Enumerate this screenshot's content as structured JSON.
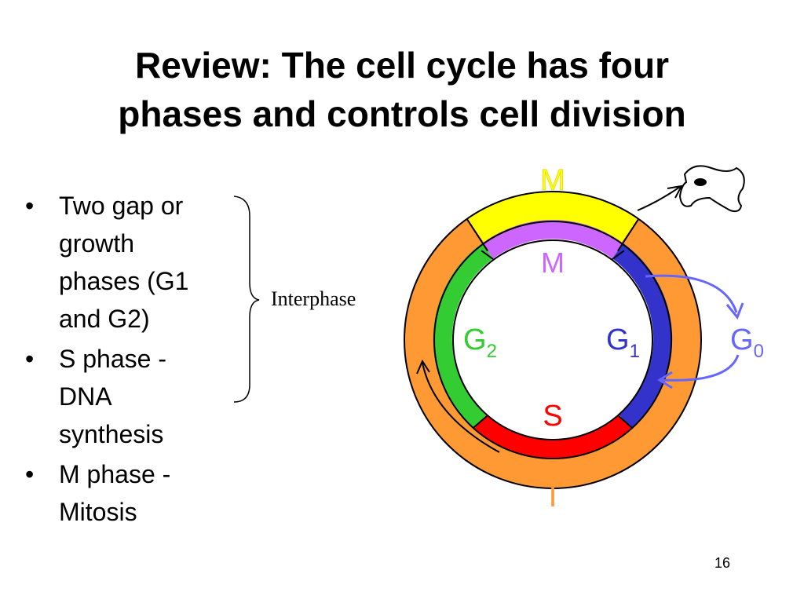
{
  "slide": {
    "title_line1": "Review: The cell cycle has four",
    "title_line2": "phases and controls cell division",
    "bullets": [
      {
        "line1": "Two gap or",
        "line2": "growth",
        "line3": "phases (G1",
        "line4": "and G2)"
      },
      {
        "line1": "S phase -",
        "line2": "DNA",
        "line3": "synthesis"
      },
      {
        "line1": "M phase -",
        "line2": "Mitosis"
      }
    ],
    "brace_label": "Interphase",
    "page_number": "16"
  },
  "diagram": {
    "outer_ring": {
      "top_label": "M",
      "bottom_label": "I",
      "m_color": "#ffff00",
      "i_color": "#ff9933"
    },
    "inner_ring": {
      "m_label": "M",
      "g1_label": "G",
      "g1_sub": "1",
      "g2_label": "G",
      "g2_sub": "2",
      "s_label": "S",
      "m_color": "#cc66ff",
      "g1_color": "#3333cc",
      "s_color": "#ff0000",
      "g2_color": "#33cc33"
    },
    "g0_label": "G",
    "g0_sub": "0",
    "label_colors": {
      "outer_m": "#ffff00",
      "inner_m": "#cc66ff",
      "g1": "#3333cc",
      "s": "#ff0000",
      "g2": "#33cc33",
      "g0": "#6666ff",
      "i": "#ff9933"
    }
  }
}
